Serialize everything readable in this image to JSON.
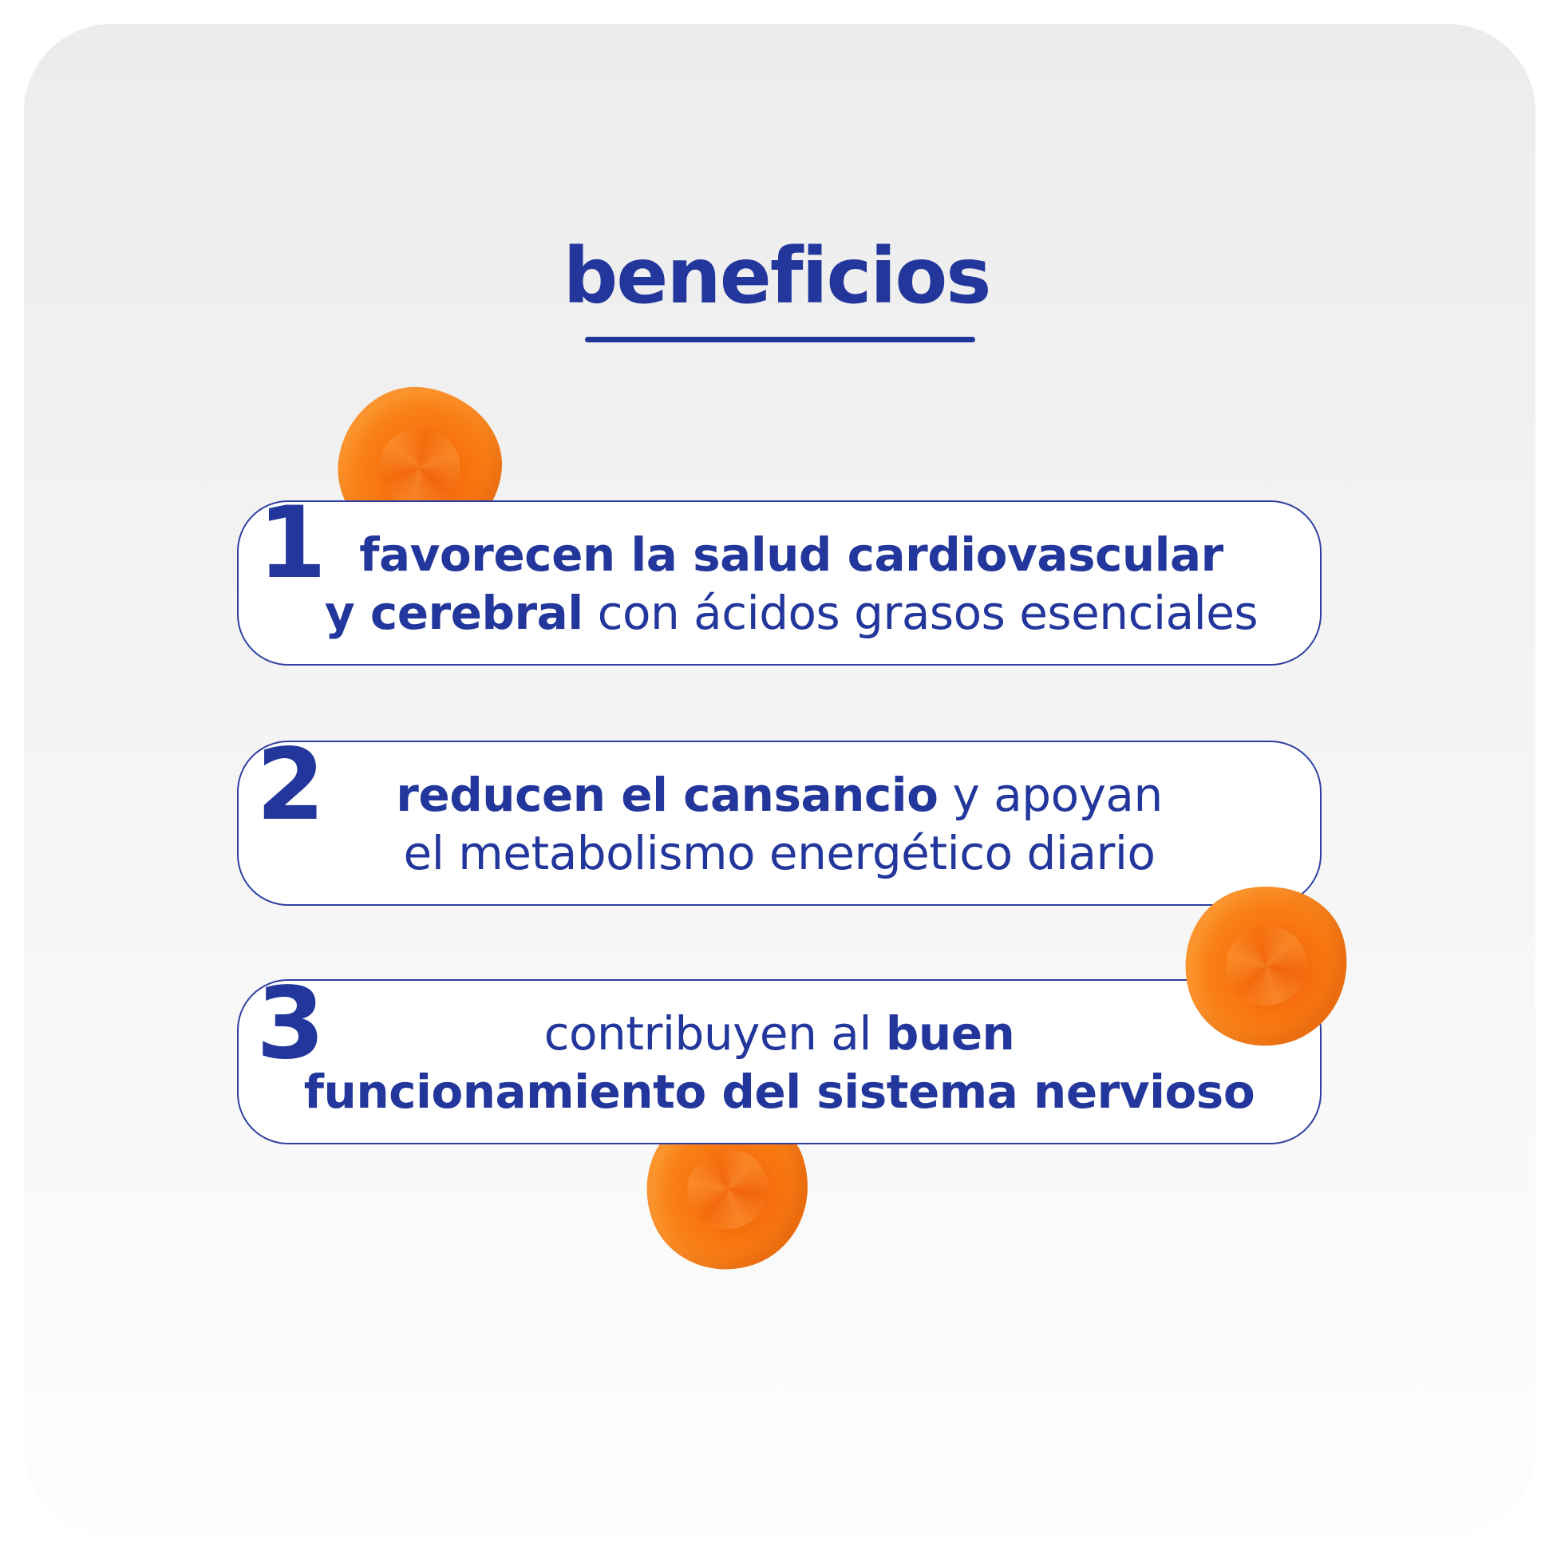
{
  "title": "beneficios",
  "colors": {
    "accent": "#22369c",
    "gummy": "#f7740f"
  },
  "benefits": [
    {
      "number": "1",
      "line1": [
        {
          "text": "favorecen la salud cardiovascular",
          "bold": true
        }
      ],
      "line2": [
        {
          "text": "y cerebral",
          "bold": true
        },
        {
          "text": " con ácidos grasos esenciales",
          "bold": false
        }
      ]
    },
    {
      "number": "2",
      "line1": [
        {
          "text": "reducen el cansancio",
          "bold": true
        },
        {
          "text": " y apoyan",
          "bold": false
        }
      ],
      "line2": [
        {
          "text": "el metabolismo energético diario",
          "bold": false
        }
      ]
    },
    {
      "number": "3",
      "line1": [
        {
          "text": "contribuyen al ",
          "bold": false
        },
        {
          "text": "buen",
          "bold": true
        }
      ],
      "line2": [
        {
          "text": "funcionamiento del sistema nervioso",
          "bold": true
        }
      ]
    }
  ]
}
